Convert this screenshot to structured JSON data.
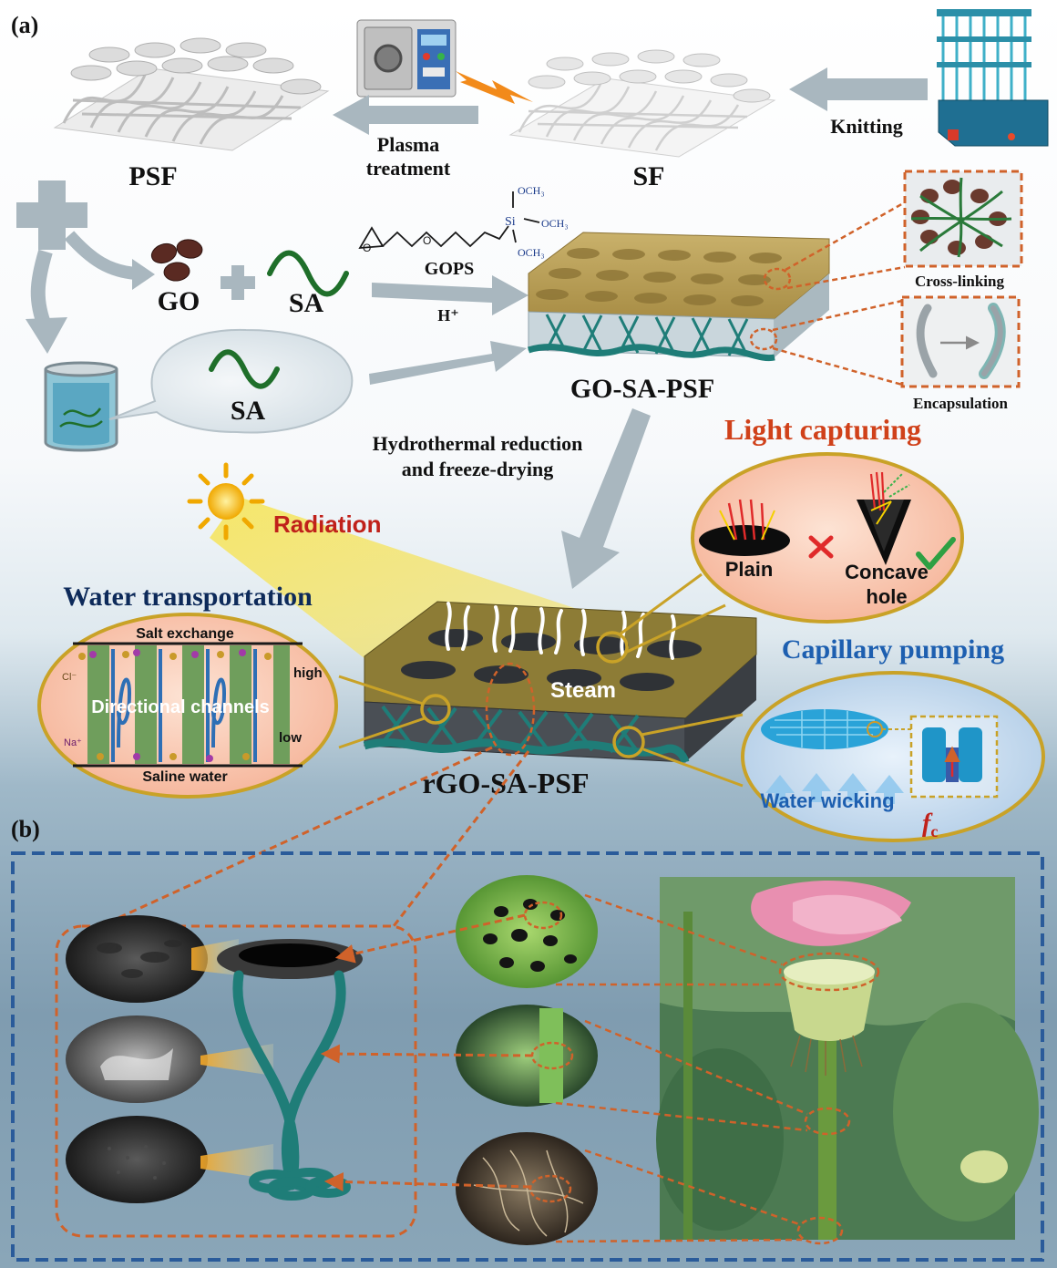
{
  "panel_labels": {
    "a": "(a)",
    "b": "(b)"
  },
  "top_row": {
    "psf": "PSF",
    "sf": "SF",
    "plasma_line1": "Plasma",
    "plasma_line2": "treatment",
    "knitting": "Knitting"
  },
  "chemistry": {
    "go": "GO",
    "sa": "SA",
    "sa_bubble": "SA",
    "gops": "GOPS",
    "h_plus": "H⁺",
    "och3_top": "OCH₃",
    "si": "Si",
    "och3_right": "OCH₃",
    "och3_bottom": "OCH₃"
  },
  "product": {
    "go_sa_psf": "GO-SA-PSF",
    "cross_linking": "Cross-linking",
    "encapsulation": "Encapsulation"
  },
  "process": {
    "step_line1": "Hydrothermal reduction",
    "step_line2": "and freeze-drying"
  },
  "final": {
    "rgo_sa_psf": "rGO-SA-PSF",
    "radiation": "Radiation",
    "steam": "Steam"
  },
  "light_capturing": {
    "title": "Light capturing",
    "plain": "Plain",
    "concave_line1": "Concave",
    "concave_line2": "hole"
  },
  "water_transport": {
    "title": "Water transportation",
    "salt_exchange": "Salt exchange",
    "directional_channels": "Directional channels",
    "high": "high",
    "low": "low",
    "saline_water": "Saline water",
    "cl": "Cl⁻",
    "na": "Na⁺"
  },
  "capillary": {
    "title": "Capillary pumping",
    "water_wicking": "Water wicking",
    "fc_f": "f",
    "fc_sub": "c"
  },
  "colors": {
    "accent_orange": "#d0622a",
    "title_navy": "#0d2a5a",
    "title_blue": "#1d5fb0",
    "title_red": "#d0411a",
    "radiation_red": "#c0211a",
    "teal_fiber": "#1f7d78",
    "gold_ring": "#c9a227",
    "dashed_blue": "#2a5b9a"
  }
}
